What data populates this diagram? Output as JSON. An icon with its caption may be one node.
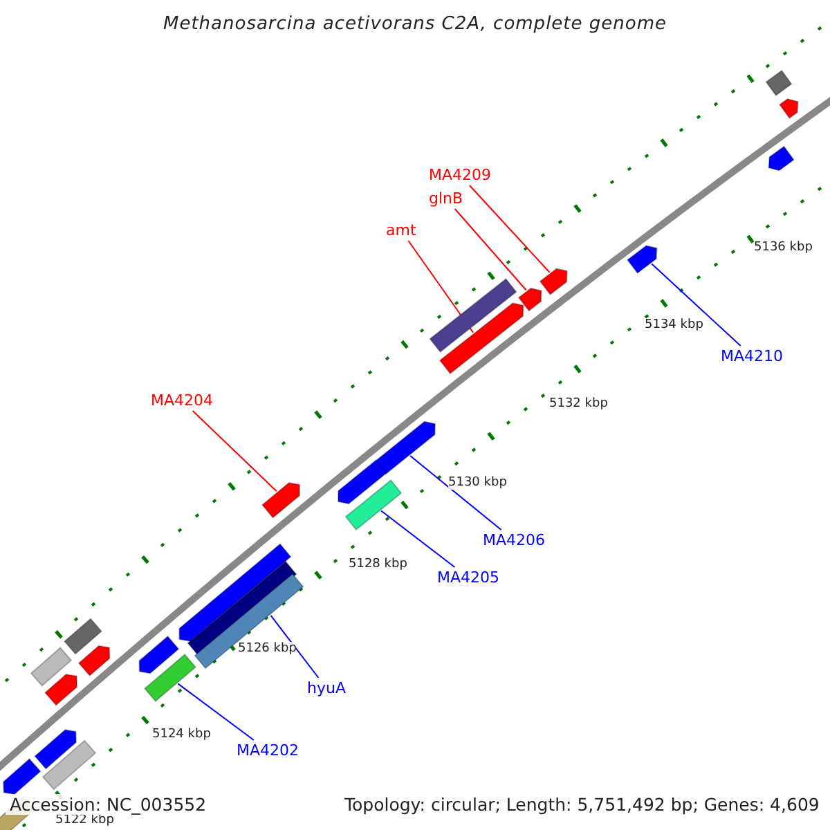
{
  "diagram": {
    "title": "Methanosarcina acetivorans C2A, complete genome",
    "nodes": [
      {
        "text": [
          "MA4209"
        ]
      },
      {
        "text": [
          "glnB"
        ]
      },
      {
        "text": [
          "amt"
        ]
      },
      {
        "text": [
          "MA4204"
        ]
      },
      {
        "text": [
          "MA4210"
        ]
      },
      {
        "text": [
          "MA4206"
        ]
      },
      {
        "text": [
          "MA4205"
        ]
      },
      {
        "text": [
          "hyuA"
        ]
      },
      {
        "text": [
          "MA4202"
        ]
      },
      {
        "text": [],
        "shape": "bar"
      },
      {
        "text": [],
        "shape": "bar"
      },
      {
        "text": [],
        "shape": "bar"
      },
      {
        "text": [],
        "shape": "bar"
      },
      {
        "text": [],
        "shape": "bar"
      },
      {
        "text": [],
        "shape": "bar"
      },
      {
        "text": [],
        "shape": "bar"
      },
      {
        "text": [],
        "shape": "bar"
      },
      {
        "text": [],
        "shape": "bar"
      },
      {
        "text": [],
        "shape": "bar"
      },
      {
        "text": [],
        "shape": "bar"
      },
      {
        "text": [],
        "shape": "bar"
      },
      {
        "text": [],
        "shape": "bar"
      },
      {
        "text": [],
        "shape": "bar"
      },
      {
        "text": [],
        "shape": "bar"
      },
      {
        "text": [],
        "shape": "bar"
      },
      {
        "text": [],
        "shape": "bar"
      },
      {
        "text": [],
        "shape": "bar"
      },
      {
        "text": [],
        "shape": "bar"
      },
      {
        "text": [],
        "shape": "bar"
      },
      {
        "text": [],
        "shape": "bar"
      },
      {
        "text": [],
        "shape": "bar"
      },
      {
        "text": [],
        "shape": "bar"
      },
      {
        "text": [],
        "shape": "bar"
      },
      {
        "text": [],
        "shape": "bar"
      }
    ],
    "edges": [
      {
        "from": 0,
        "to": 13,
        "arrow": "none",
        "color": "#ff0000"
      },
      {
        "from": 1,
        "to": 14,
        "arrow": "none",
        "color": "#ff0000"
      },
      {
        "from": 2,
        "to": 16,
        "arrow": "none",
        "color": "#ff0000"
      },
      {
        "from": 3,
        "to": 18,
        "arrow": "none",
        "color": "#ff0000"
      },
      {
        "from": 4,
        "to": 12,
        "arrow": "none"
      },
      {
        "from": 5,
        "to": 17,
        "arrow": "none"
      },
      {
        "from": 6,
        "to": 20,
        "arrow": "none"
      },
      {
        "from": 7,
        "to": 23,
        "arrow": "none"
      },
      {
        "from": 8,
        "to": 29,
        "arrow": "none"
      }
    ],
    "labels": [
      "5136 kbp",
      "5134 kbp",
      "5132 kbp",
      "5130 kbp",
      "5128 kbp",
      "5126 kbp",
      "5124 kbp",
      "5122 kbp",
      "Accession: NC_003552",
      "Topology: circular; Length: 5,751,492 bp; Genes: 4,609"
    ]
  }
}
